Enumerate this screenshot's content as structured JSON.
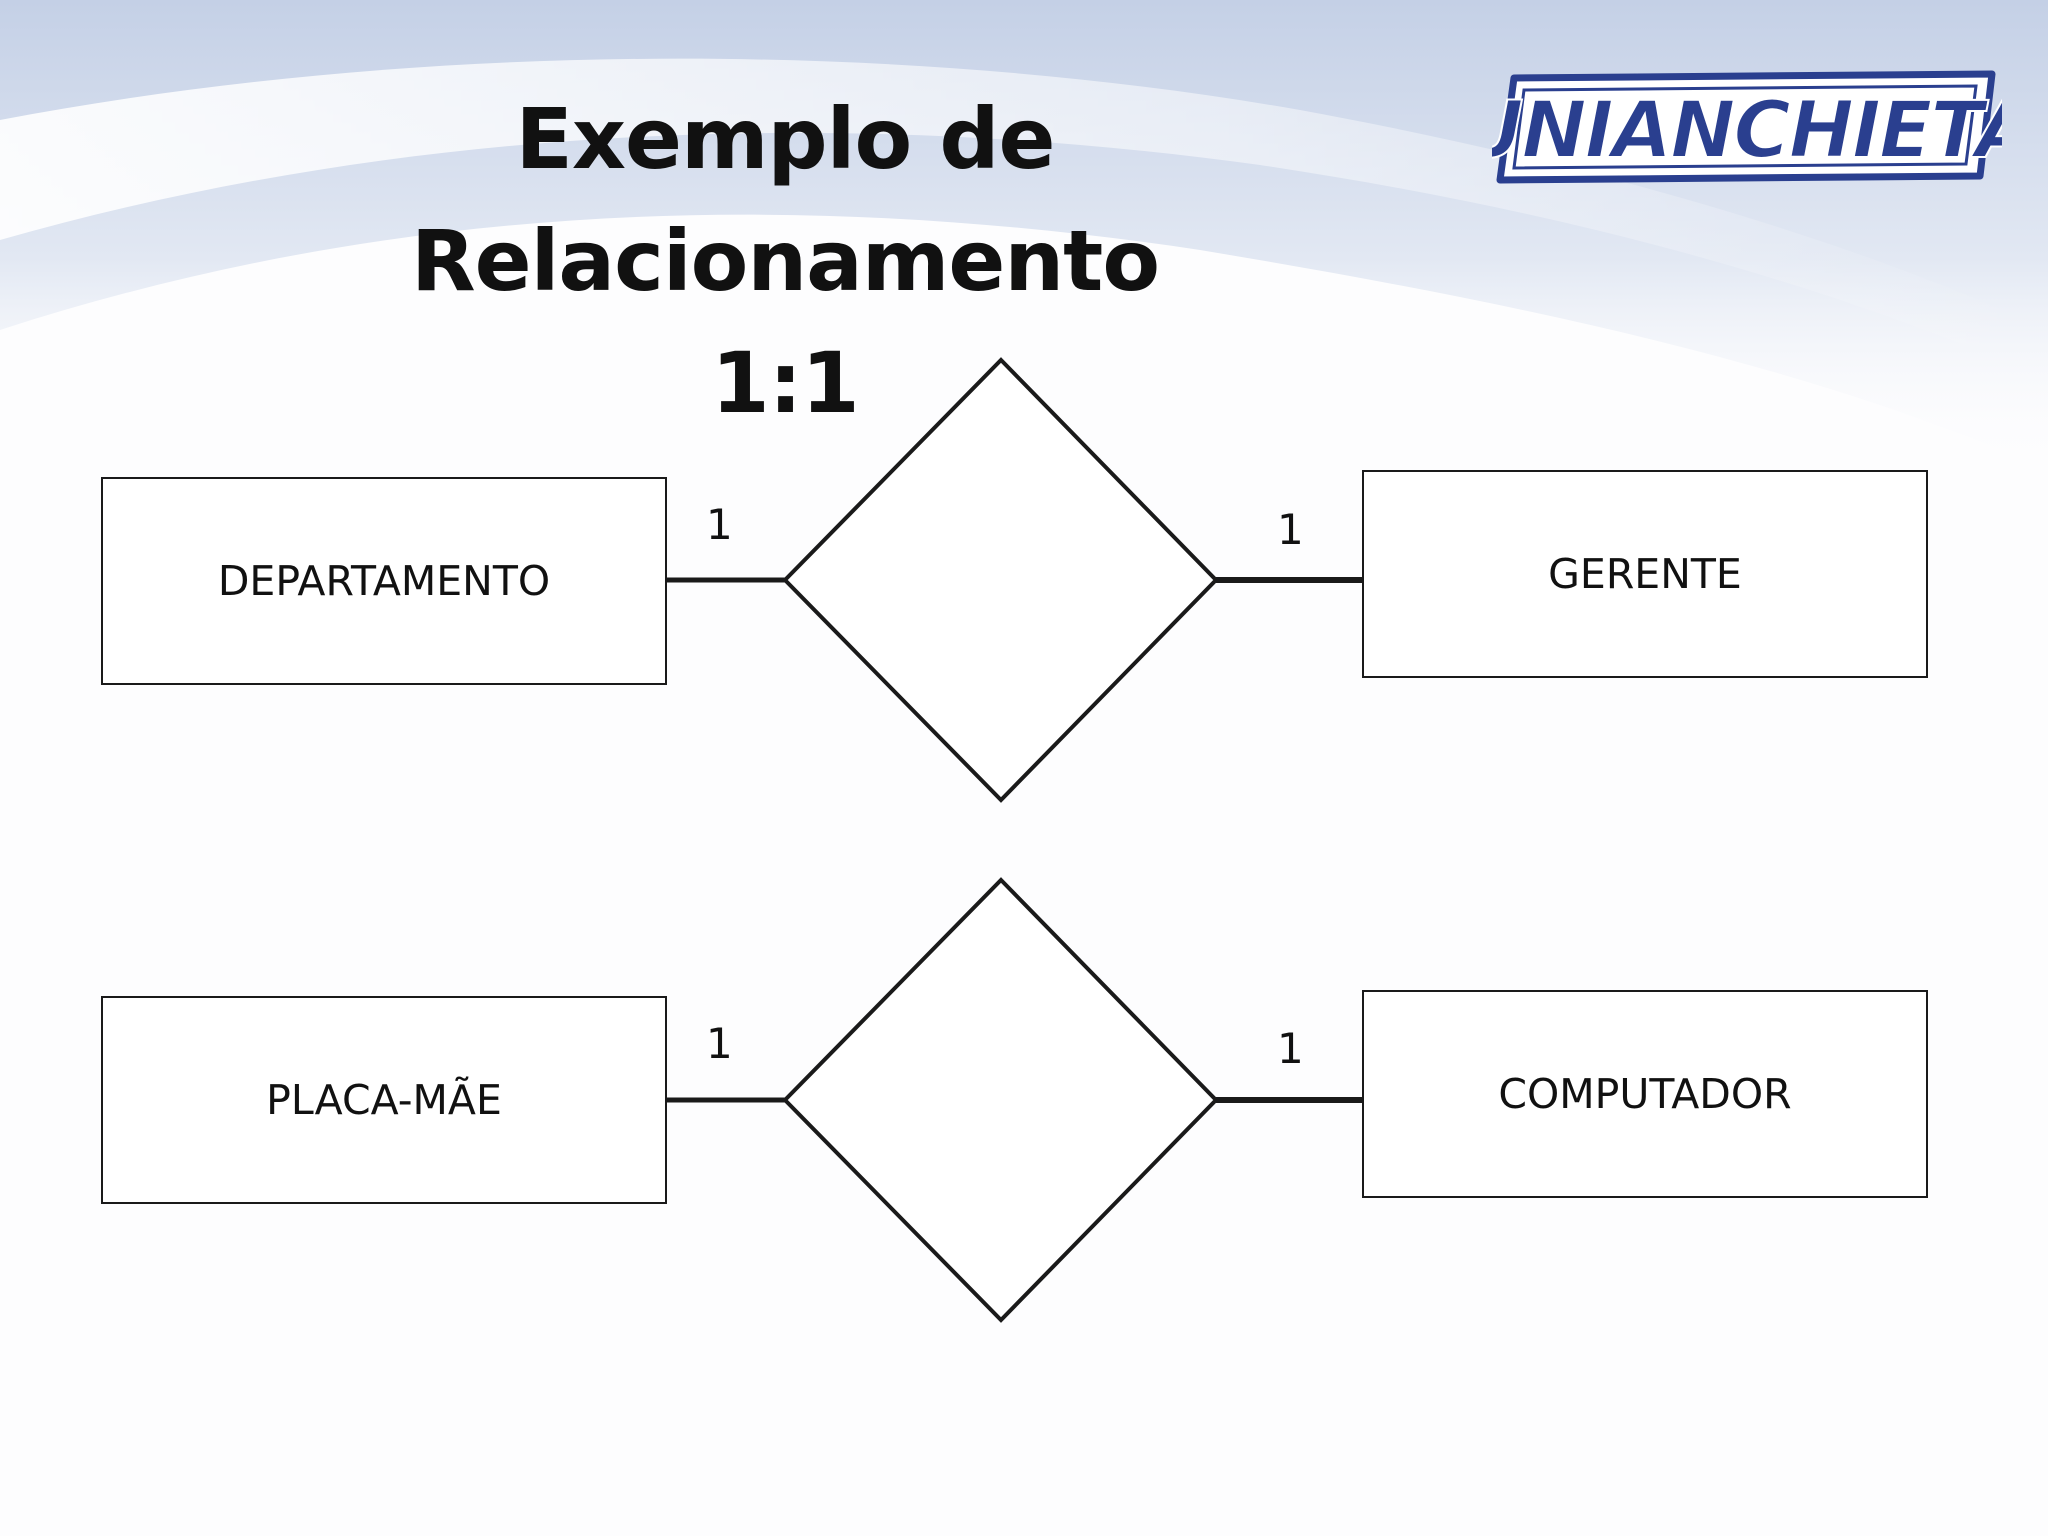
{
  "slide": {
    "title_line1": "Exemplo de Relacionamento",
    "title_line2": "1:1",
    "logo_text": "UNIANCHIETA"
  },
  "colors": {
    "title": "#111111",
    "line": "#1a1a1a",
    "background_swoosh": "#c9d5ea",
    "logo_blue": "#2a3f8f"
  },
  "relationships": [
    {
      "left_entity": "DEPARTAMENTO",
      "right_entity": "GERENTE",
      "left_cardinality": "1",
      "right_cardinality": "1"
    },
    {
      "left_entity": "PLACA-MÃE",
      "right_entity": "COMPUTADOR",
      "left_cardinality": "1",
      "right_cardinality": "1"
    }
  ]
}
